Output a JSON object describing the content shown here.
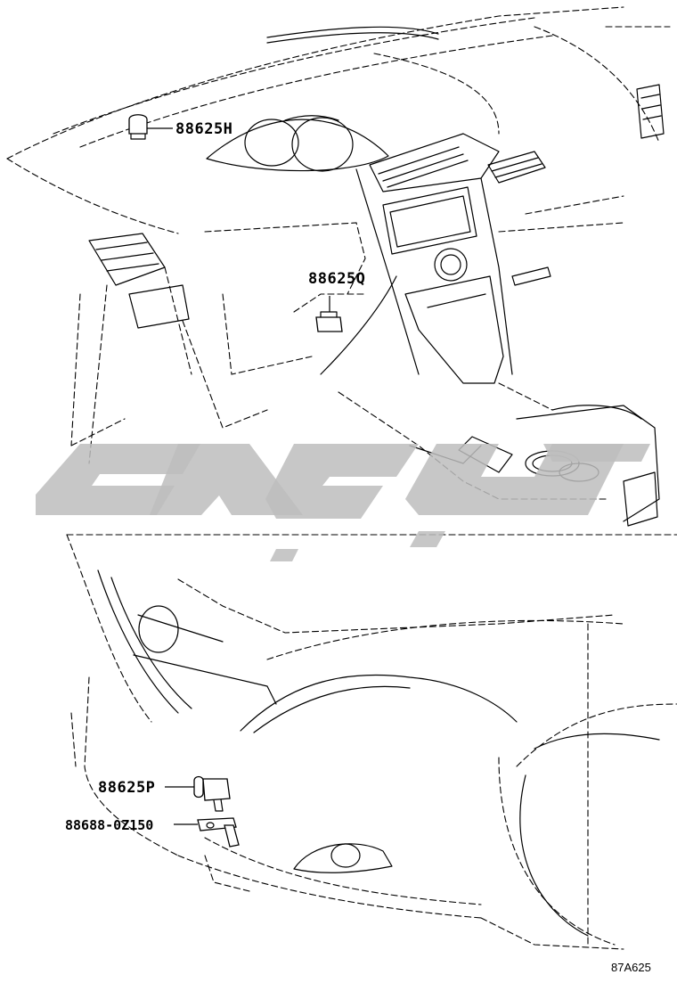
{
  "callouts": [
    {
      "id": "88625H",
      "label": "88625H"
    },
    {
      "id": "88625Q",
      "label": "88625Q"
    },
    {
      "id": "88625P",
      "label": "88625P"
    },
    {
      "id": "88688-0Z150",
      "label": "88688-0Z150"
    }
  ],
  "figure_code": "87A625",
  "colors": {
    "line": "#000000",
    "watermark": "#bdbdbd",
    "background": "#ffffff"
  }
}
